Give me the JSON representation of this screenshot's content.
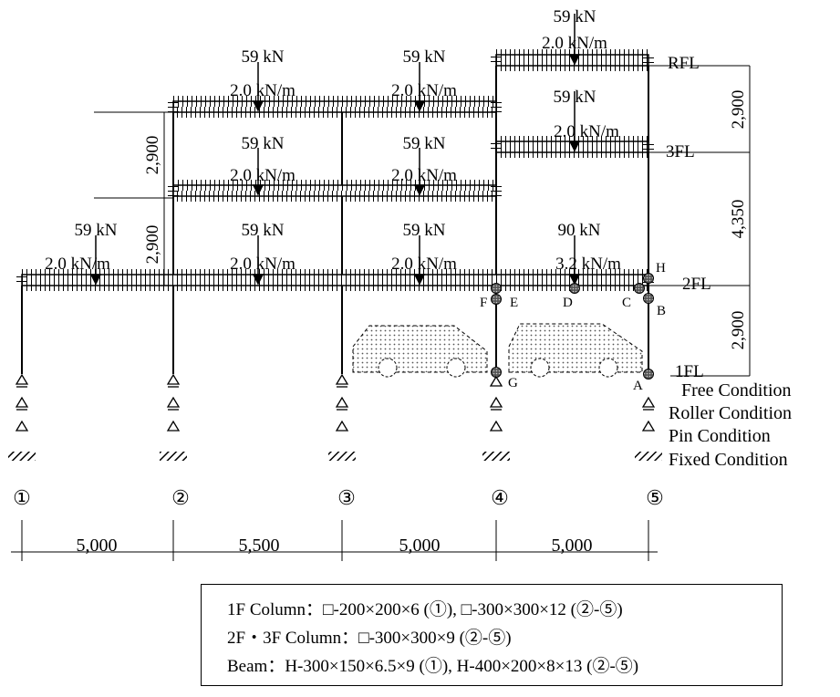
{
  "loads": {
    "point_59": "59 kN",
    "point_90": "90 kN",
    "dist_2_0": "2.0 kN/m",
    "dist_3_2": "3.2 kN/m"
  },
  "floors": {
    "rfl": "RFL",
    "f3": "3FL",
    "f2": "2FL",
    "f1": "1FL"
  },
  "heights": {
    "h_2900": "2,900",
    "h_4350": "4,350"
  },
  "spans": {
    "s_5000": "5,000",
    "s_5500": "5,500"
  },
  "axes": [
    "①",
    "②",
    "③",
    "④",
    "⑤"
  ],
  "nodes": {
    "A": "A",
    "B": "B",
    "C": "C",
    "D": "D",
    "E": "E",
    "F": "F",
    "G": "G",
    "H": "H"
  },
  "legend": {
    "free": "Free Condition",
    "roller": "Roller Condition",
    "pin": "Pin Condition",
    "fixed": "Fixed Condition"
  },
  "specs": [
    "1F Column：□-200×200×6 (①), □-300×300×12 (②-⑤)",
    "2F・3F Column：□-300×300×9 (②-⑤)",
    "Beam：H-300×150×6.5×9 (①), H-400×200×8×13 (②-⑤)"
  ]
}
